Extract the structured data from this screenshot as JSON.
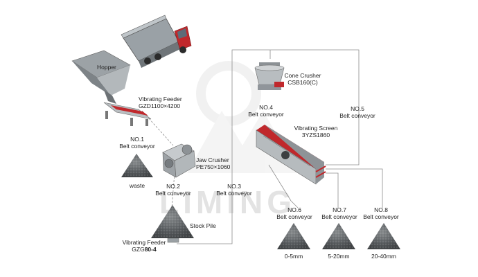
{
  "watermark": {
    "text": "LIMING",
    "color": "#e3e3e3"
  },
  "equipment": {
    "hopper": {
      "label": "Hopper"
    },
    "vibrating_feeder": {
      "label": "Vibrating Feeder",
      "model": "GZD1100×4200"
    },
    "jaw_crusher": {
      "label": "Jaw Crusher",
      "model": "PE750×1060"
    },
    "cone_crusher": {
      "label": "Cone Crusher",
      "model": "CSB160(C)"
    },
    "vibrating_screen": {
      "label": "Vibrating Screen",
      "model": "3YZS1860"
    },
    "stock_pile": {
      "label": "Stock Pile"
    },
    "bottom_feeder": {
      "label": "Vibrating Feeder",
      "model_prefix": "GZG",
      "model_suffix": "80-4"
    }
  },
  "conveyors": {
    "no1": {
      "num": "NO.1",
      "name": "Belt conveyor"
    },
    "no2": {
      "num": "NO.2",
      "name": "Belt conveyor"
    },
    "no3": {
      "num": "NO.3",
      "name": "Belt conveyor"
    },
    "no4": {
      "num": "NO.4",
      "name": "Belt conveyor"
    },
    "no5": {
      "num": "NO.5",
      "name": "Belt conveyor"
    },
    "no6": {
      "num": "NO.6",
      "name": "Belt conveyor"
    },
    "no7": {
      "num": "NO.7",
      "name": "Belt conveyor"
    },
    "no8": {
      "num": "NO.8",
      "name": "Belt conveyor"
    }
  },
  "piles": {
    "waste": "waste",
    "p1": "0-5mm",
    "p2": "5-20mm",
    "p3": "20-40mm"
  },
  "colors": {
    "red": "#c0282c",
    "steel": "#8a8f94",
    "line": "#8c8c8c",
    "pile": "#55595c"
  }
}
